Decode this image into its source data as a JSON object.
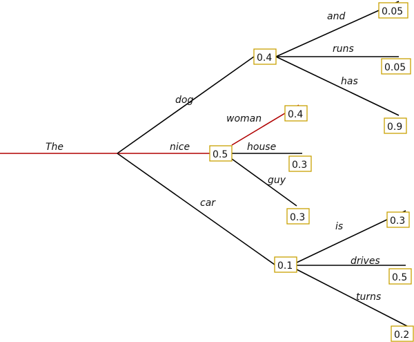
{
  "colors": {
    "selected": "#b00000",
    "normal": "#000000",
    "box_border": "#c8a000"
  },
  "edges": [
    {
      "id": "the",
      "label": "The",
      "selected": true
    },
    {
      "id": "dog",
      "label": "dog",
      "selected": false
    },
    {
      "id": "nice",
      "label": "nice",
      "selected": true
    },
    {
      "id": "car",
      "label": "car",
      "selected": false
    },
    {
      "id": "and",
      "label": "and",
      "selected": false
    },
    {
      "id": "runs",
      "label": "runs",
      "selected": false
    },
    {
      "id": "has",
      "label": "has",
      "selected": false
    },
    {
      "id": "woman",
      "label": "woman",
      "selected": true
    },
    {
      "id": "house",
      "label": "house",
      "selected": false
    },
    {
      "id": "guy",
      "label": "guy",
      "selected": false
    },
    {
      "id": "is",
      "label": "is",
      "selected": false
    },
    {
      "id": "drives",
      "label": "drives",
      "selected": false
    },
    {
      "id": "turns",
      "label": "turns",
      "selected": false
    }
  ],
  "probabilities": {
    "dog": "0.4",
    "nice": "0.5",
    "car": "0.1",
    "and": "0.05",
    "runs": "0.05",
    "has": "0.9",
    "woman": "0.4",
    "house": "0.3",
    "guy": "0.3",
    "is": "0.3",
    "drives": "0.5",
    "turns": "0.2"
  }
}
